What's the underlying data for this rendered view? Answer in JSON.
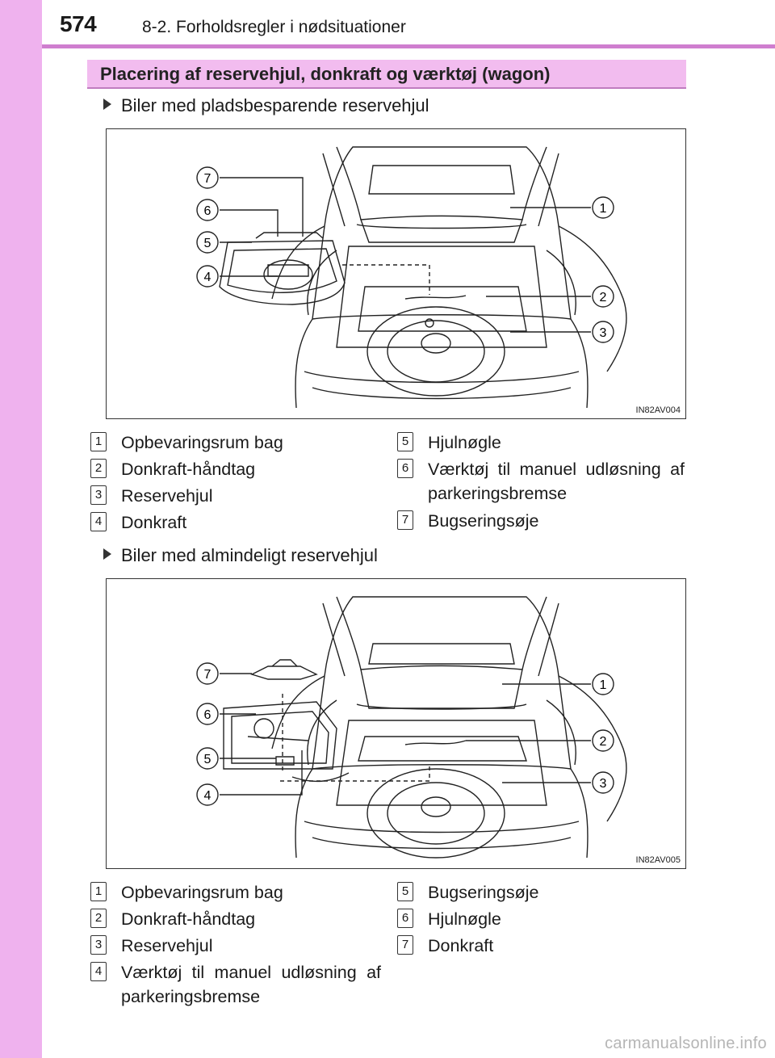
{
  "header": {
    "page_number": "574",
    "chapter_title": "8-2. Forholdsregler i nødsituationer"
  },
  "section": {
    "title": "Placering af reservehjul, donkraft og værktøj (wagon)"
  },
  "figure1": {
    "heading": "Biler med pladsbesparende reservehjul",
    "code": "IN82AV004",
    "callouts": [
      "1",
      "2",
      "3",
      "4",
      "5",
      "6",
      "7"
    ],
    "legend": [
      {
        "num": "1",
        "text": "Opbevaringsrum bag"
      },
      {
        "num": "2",
        "text": "Donkraft-håndtag"
      },
      {
        "num": "3",
        "text": "Reservehjul"
      },
      {
        "num": "4",
        "text": "Donkraft"
      },
      {
        "num": "5",
        "text": "Hjulnøgle"
      },
      {
        "num": "6",
        "text": "Værktøj til manuel udløsning af parkeringsbremse"
      },
      {
        "num": "7",
        "text": "Bugseringsøje"
      }
    ]
  },
  "figure2": {
    "heading": "Biler med almindeligt reservehjul",
    "code": "IN82AV005",
    "callouts": [
      "1",
      "2",
      "3",
      "4",
      "5",
      "6",
      "7"
    ],
    "legend": [
      {
        "num": "1",
        "text": "Opbevaringsrum bag"
      },
      {
        "num": "2",
        "text": "Donkraft-håndtag"
      },
      {
        "num": "3",
        "text": "Reservehjul"
      },
      {
        "num": "4",
        "text": "Værktøj til manuel udløsning af parkeringsbremse"
      },
      {
        "num": "5",
        "text": "Bugseringsøje"
      },
      {
        "num": "6",
        "text": "Hjulnøgle"
      },
      {
        "num": "7",
        "text": "Donkraft"
      }
    ]
  },
  "footer": {
    "watermark": "carmanualsonline.info"
  }
}
